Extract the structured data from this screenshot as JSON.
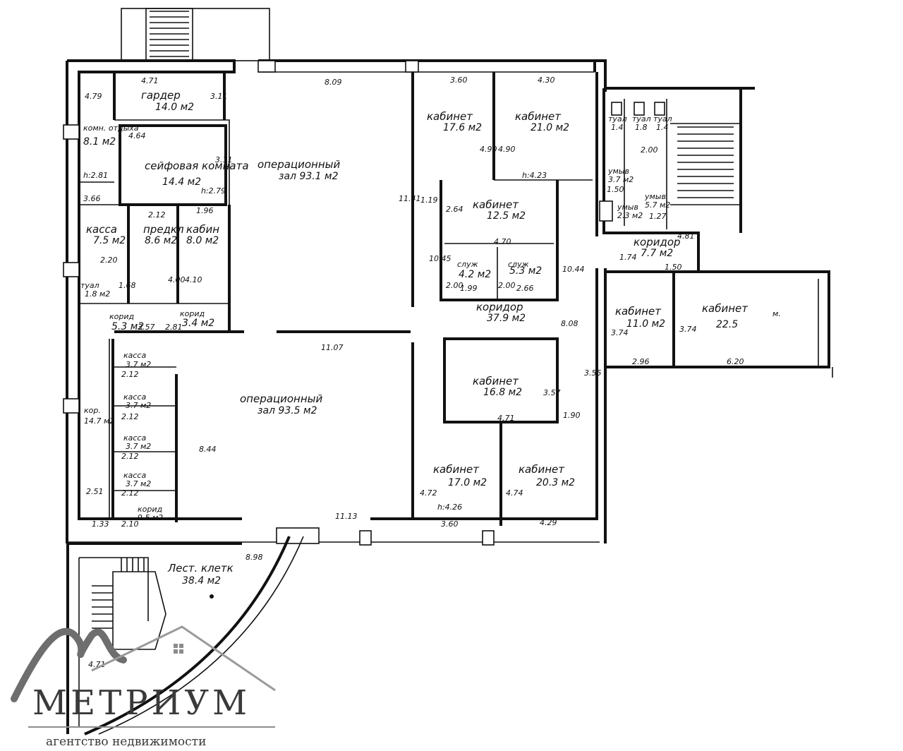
{
  "labels": {
    "garderob": "гардер",
    "garderob_area": "14.0 м2",
    "komn_otdykha": "комн. отдыха",
    "komn_otdykha_area": "8.1 м2",
    "seyf": "сейфовая комната",
    "seyf_area": "14.4 м2",
    "op_zal_1": "операционный",
    "op_zal_1_area": "зал 93.1 м2",
    "kab_1": "кабинет",
    "kab_1_area": "17.6 м2",
    "kab_2": "кабинет",
    "kab_2_area": "21.0 м2",
    "kab_3": "кабинет",
    "kab_3_area": "12.5 м2",
    "kassa_1": "касса",
    "kassa_1_area": "7.5 м2",
    "predkl": "предкл",
    "predkl_area": "8.6 м2",
    "kab_small": "кабин",
    "kab_small_area": "8.0 м2",
    "sluzh_1": "служ",
    "sluzh_1_area": "4.2 м2",
    "sluzh_2": "служ",
    "sluzh_2_area": "5.3 м2",
    "tual_1": "туал",
    "tual_1_area": "1.8 м2",
    "korid_a": "корид",
    "korid_a_area": "5.3 м2",
    "korid_b": "корид",
    "korid_b_area": "3.4 м2",
    "koridor_main": "коридор",
    "koridor_main_area": "37.9 м2",
    "kab_4": "кабинет",
    "kab_4_area": "16.8 м2",
    "op_zal_2": "операционный",
    "op_zal_2_area": "зал 93.5 м2",
    "kassa_a": "касса",
    "kassa_a_area": "3.7 м2",
    "kassa_b": "касса",
    "kassa_b_area": "3.7 м2",
    "kassa_c": "касса",
    "kassa_c_area": "3.7 м2",
    "kassa_d": "касса",
    "kassa_d_area": "3.7 м2",
    "kor_left": "кор.",
    "kor_left_area": "14.7 м2",
    "korid_c": "корид",
    "korid_c_area": "9.5 м2",
    "kab_5": "кабинет",
    "kab_5_area": "17.0 м2",
    "kab_6": "кабинет",
    "kab_6_area": "20.3 м2",
    "lest": "Лест. клетк",
    "lest_area": "38.4 м2",
    "tual_a": "туал",
    "tual_a_val": "1.4",
    "tual_b": "туал",
    "tual_b_val": "1.8",
    "tual_c": "туал",
    "tual_c_val": "1.4",
    "umyv_1": "умыв",
    "umyv_1_area": "3.7 м2",
    "umyv_2": "умыв",
    "umyv_2_area": "2.3 м2",
    "umyv_3": "умыв",
    "umyv_3_area": "5.7 м2",
    "koridor_r": "коридор",
    "koridor_r_area": "7.7 м2",
    "kab_7": "кабинет",
    "kab_7_area": "11.0 м2",
    "kab_8": "кабинет",
    "kab_8_area": "22.5",
    "kab_8_unit": "м."
  },
  "dims": {
    "d471": "4.71",
    "d809": "8.09",
    "d360": "3.60",
    "d430": "4.30",
    "d479": "4.79",
    "d311": "3.11",
    "d164": "4.64",
    "d311b": "3.11",
    "d281": "h:2.81",
    "d279": "h:2.79",
    "d366": "3.66",
    "d212": "2.12",
    "d196": "1.96",
    "d1141": "11.41",
    "d490": "4.90",
    "d490b": "4.90",
    "d423": "h:4.23",
    "d119": "1.19",
    "d264": "2.64",
    "d470": "4.70",
    "d1045": "10.45",
    "d1044": "10.44",
    "d200a": "2.00",
    "d199": "1.99",
    "d200b": "2.00",
    "d266": "2.66",
    "d220": "2.20",
    "d168": "1.68",
    "d400": "4.00",
    "d410": "4.10",
    "d357": "3.57",
    "d281b": "2.81",
    "d1107": "11.07",
    "d808": "8.08",
    "d355": "3.55",
    "d357b": "3.57",
    "d471b": "4.71",
    "d190": "1.90",
    "d844": "8.44",
    "d1113": "11.13",
    "d133": "1.33",
    "d210": "2.10",
    "d251": "2.51",
    "d472": "4.72",
    "d426": "h:4.26",
    "d360b": "3.60",
    "d474": "4.74",
    "d429": "4.29",
    "d898": "8.98",
    "d200c": "2.00",
    "d150": "1.50",
    "d127": "1.27",
    "d481": "4.81",
    "d150b": "1.50",
    "d296": "2.96",
    "d620": "6.20",
    "d374": "3.74",
    "d374b": "3.74",
    "d174": "1.74",
    "d212a": "2.12",
    "d212b": "2.12",
    "d212c": "2.12",
    "d212d": "2.12",
    "d471c": "4.71"
  },
  "logo": {
    "brand": "МЕТРИУМ",
    "tagline": "агентство недвижимости"
  }
}
